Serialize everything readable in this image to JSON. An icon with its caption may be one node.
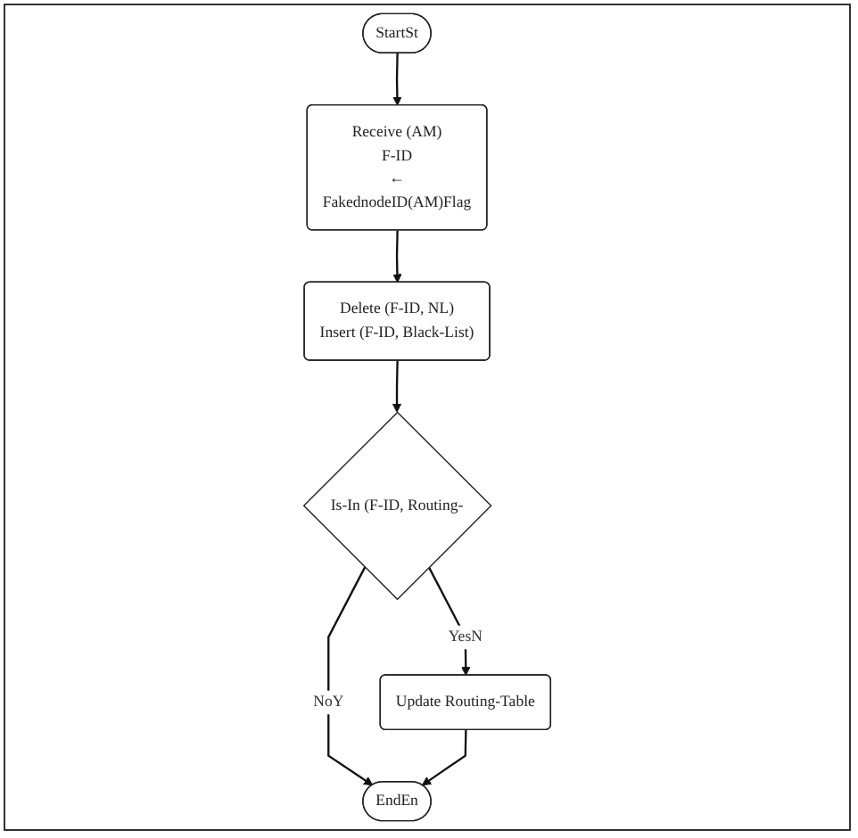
{
  "diagram": {
    "nodes": [
      {
        "text": [
          "StartSt"
        ]
      },
      {
        "text": [
          "Receive (AM)",
          "F-ID",
          "←",
          "FakednodeID(AM)Flag"
        ]
      },
      {
        "text": [
          "Delete (F-ID, NL)",
          "Insert (F-ID, Black-List)"
        ]
      },
      {
        "text": [
          "Is-In (F-ID, Routing-"
        ]
      },
      {
        "text": [
          "Update Routing-Table"
        ]
      },
      {
        "text": [
          "EndEn"
        ]
      }
    ],
    "edges": [
      {
        "from": 0,
        "to": 1,
        "arrow": "to"
      },
      {
        "from": 1,
        "to": 2,
        "arrow": "to"
      },
      {
        "from": 2,
        "to": 3,
        "arrow": "to"
      },
      {
        "from": 3,
        "to": 4,
        "label": "YesN",
        "arrow": "to"
      },
      {
        "from": 3,
        "to": 5,
        "label": "NoY",
        "arrow": "to"
      },
      {
        "from": 4,
        "to": 5,
        "arrow": "to"
      }
    ]
  }
}
